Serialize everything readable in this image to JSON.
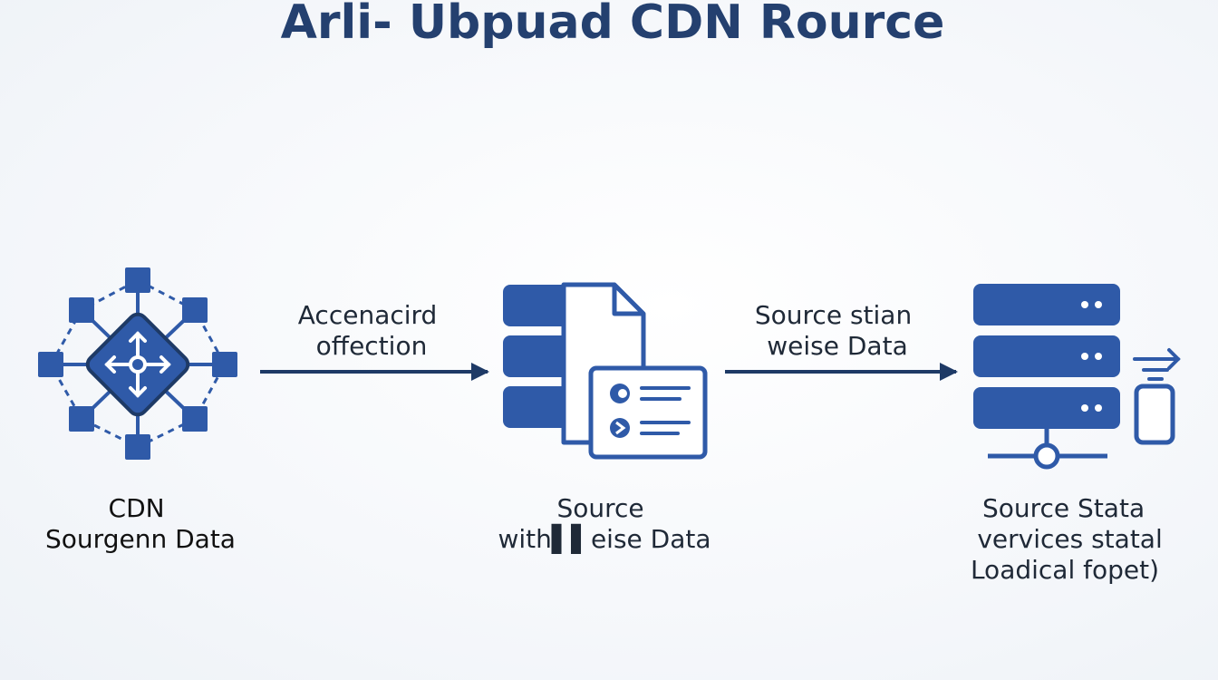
{
  "title": "Arli- Ubpuad CDN Rource",
  "colors": {
    "primary": "#2f5aa8",
    "dark": "#1e3a66",
    "light": "#ffffff",
    "text": "#1f2937"
  },
  "nodes": [
    {
      "icon": "network-hub-icon",
      "label_lines": [
        "CDN",
        "Sourgenn Data"
      ]
    },
    {
      "icon": "server-document-icon",
      "label_lines": [
        "Source",
        "with▌▌eise Data"
      ]
    },
    {
      "icon": "server-mobile-icon",
      "label_lines": [
        "Source Stata",
        "vervices statal",
        "Loadical fopet)"
      ]
    }
  ],
  "edges": [
    {
      "from": 0,
      "to": 1,
      "label_lines": [
        "Accenacird",
        "offection"
      ]
    },
    {
      "from": 1,
      "to": 2,
      "label_lines": [
        "Source stian",
        "weise Data"
      ]
    }
  ]
}
